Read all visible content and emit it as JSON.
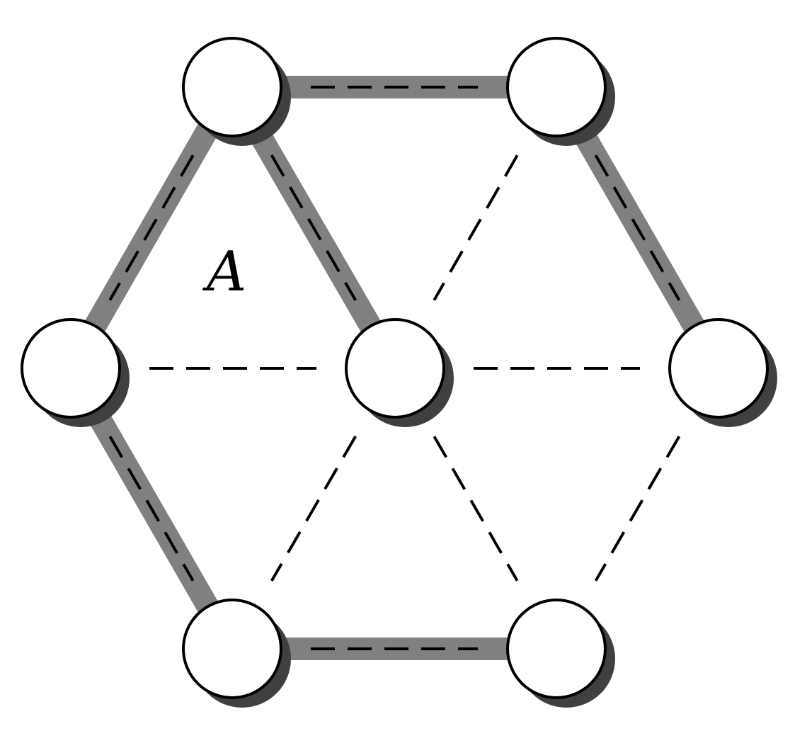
{
  "diagram": {
    "region_label": "A",
    "nodes": [
      {
        "id": "top-left"
      },
      {
        "id": "top-right"
      },
      {
        "id": "left"
      },
      {
        "id": "center"
      },
      {
        "id": "right"
      },
      {
        "id": "bottom-left"
      },
      {
        "id": "bottom-right"
      }
    ],
    "edges": [
      {
        "from": "top-left",
        "to": "top-right",
        "highlighted": true
      },
      {
        "from": "top-left",
        "to": "left",
        "highlighted": true
      },
      {
        "from": "top-left",
        "to": "center",
        "highlighted": true
      },
      {
        "from": "top-right",
        "to": "right",
        "highlighted": true
      },
      {
        "from": "left",
        "to": "bottom-left",
        "highlighted": true
      },
      {
        "from": "bottom-left",
        "to": "bottom-right",
        "highlighted": true
      },
      {
        "from": "top-right",
        "to": "center",
        "highlighted": false
      },
      {
        "from": "left",
        "to": "center",
        "highlighted": false
      },
      {
        "from": "center",
        "to": "right",
        "highlighted": false
      },
      {
        "from": "center",
        "to": "bottom-left",
        "highlighted": false
      },
      {
        "from": "center",
        "to": "bottom-right",
        "highlighted": false
      },
      {
        "from": "right",
        "to": "bottom-right",
        "highlighted": false
      }
    ],
    "colors": {
      "highlight_band": "#808080",
      "node_shadow": "#404040",
      "node_fill": "#ffffff",
      "stroke": "#000000"
    }
  }
}
